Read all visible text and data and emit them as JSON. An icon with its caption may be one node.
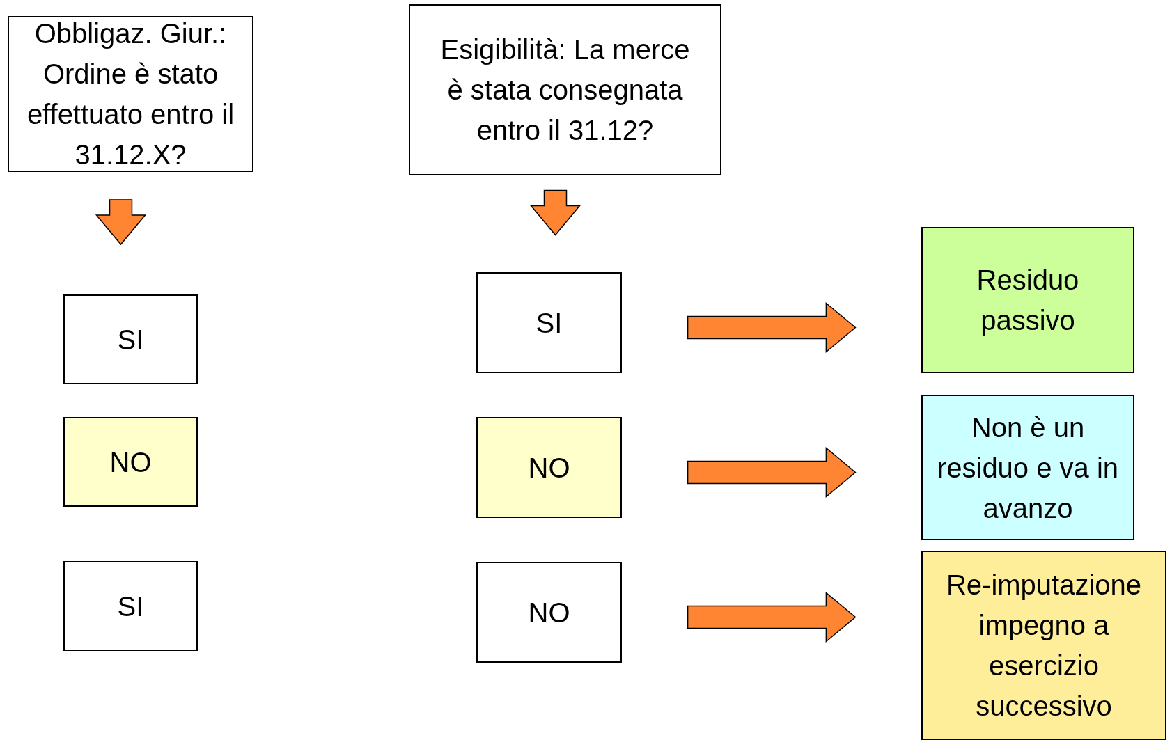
{
  "diagram": {
    "nodes": [
      {
        "text": [
          "Obbligaz. Giur.: Ordine è stato effettuato entro il 31.12.X?"
        ]
      },
      {
        "text": [
          "Esigibilità: La merce è stata consegnata entro il 31.12?"
        ]
      },
      {
        "text": [
          "SI"
        ]
      },
      {
        "text": [
          "NO"
        ]
      },
      {
        "text": [
          "SI"
        ]
      },
      {
        "text": [
          "SI"
        ]
      },
      {
        "text": [
          "NO"
        ]
      },
      {
        "text": [
          "NO"
        ]
      },
      {
        "text": [
          "Residuo passivo"
        ]
      },
      {
        "text": [
          "Non è un residuo e va in avanzo"
        ]
      },
      {
        "text": [
          "Re-imputazione impegno a esercizio successivo"
        ]
      }
    ],
    "edges": [
      {
        "from": 0,
        "to": 2,
        "arrow": "to",
        "style": "thick",
        "color": "#ff8533"
      },
      {
        "from": 1,
        "to": 5,
        "arrow": "to",
        "style": "thick",
        "color": "#ff8533"
      },
      {
        "from": 5,
        "to": 8,
        "arrow": "to",
        "style": "thick",
        "color": "#ff8533"
      },
      {
        "from": 6,
        "to": 9,
        "arrow": "to",
        "style": "thick",
        "color": "#ff8533"
      },
      {
        "from": 7,
        "to": 10,
        "arrow": "to",
        "style": "thick",
        "color": "#ff8533"
      }
    ]
  }
}
